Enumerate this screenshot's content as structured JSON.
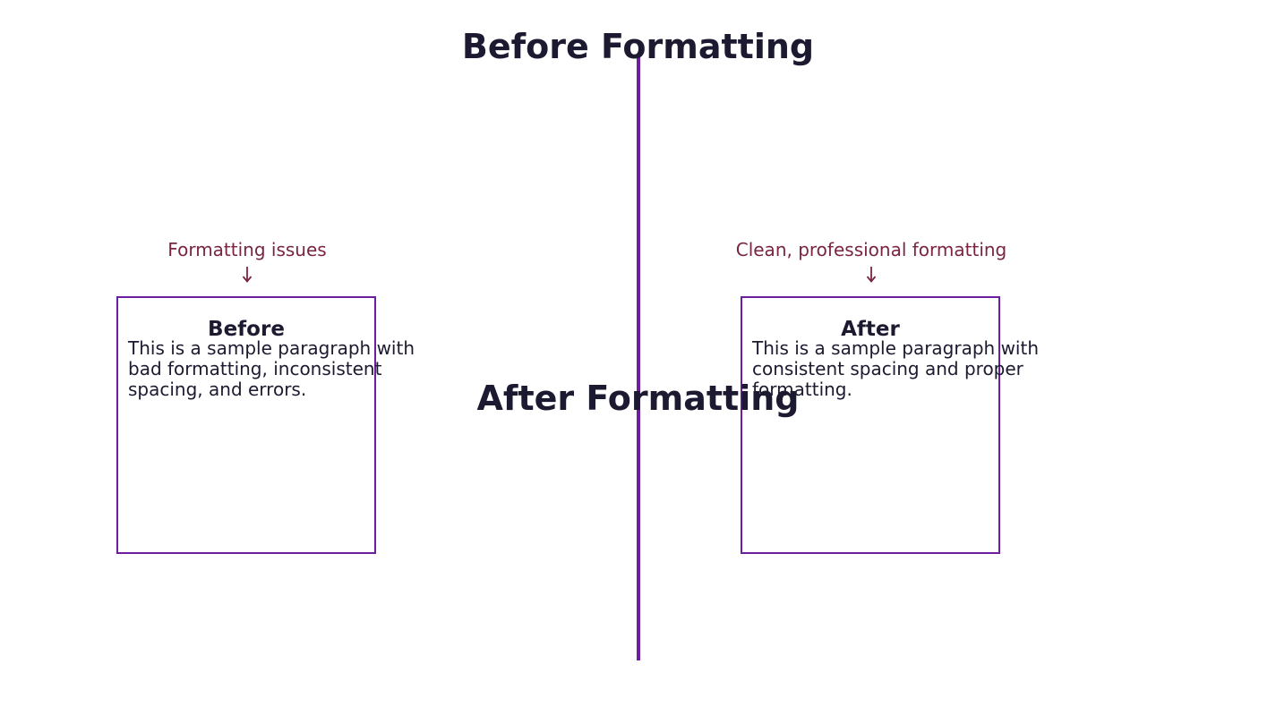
{
  "title_top": "Before Formatting",
  "title_middle": "After Formatting",
  "colors": {
    "heading": "#1c1a30",
    "accent": "#6b1fa0",
    "callout": "#7a2540",
    "body_text": "#1c1a30",
    "background": "#ffffff"
  },
  "left": {
    "callout": "Formatting issues",
    "panel_title": "Before",
    "panel_text": "This is a sample paragraph with\nbad formatting, inconsistent\nspacing, and errors."
  },
  "right": {
    "callout": "Clean, professional formatting",
    "panel_title": "After",
    "panel_text": "This is a sample paragraph with\nconsistent spacing and proper\nformatting."
  }
}
